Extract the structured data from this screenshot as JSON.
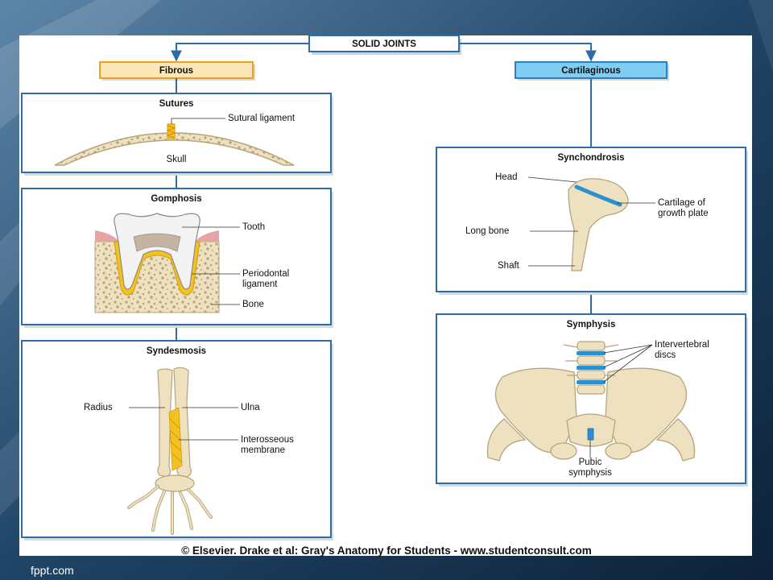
{
  "root": {
    "title": "SOLID JOINTS"
  },
  "categories": {
    "fibrous": "Fibrous",
    "cartilaginous": "Cartilaginous"
  },
  "panels": {
    "sutures": {
      "title": "Sutures",
      "labels": [
        "Sutural ligament",
        "Skull"
      ]
    },
    "gomphosis": {
      "title": "Gomphosis",
      "labels": [
        "Tooth",
        "Periodontal",
        "ligament",
        "Bone"
      ]
    },
    "syndesmosis": {
      "title": "Syndesmosis",
      "labels": [
        "Radius",
        "Ulna",
        "Interosseous",
        "membrane"
      ]
    },
    "synchondrosis": {
      "title": "Synchondrosis",
      "labels": [
        "Head",
        "Cartilage of",
        "growth plate",
        "Long bone",
        "Shaft"
      ]
    },
    "symphysis": {
      "title": "Symphysis",
      "labels": [
        "Intervertebral",
        "discs",
        "Pubic",
        "symphysis"
      ]
    }
  },
  "credit": "© Elsevier. Drake et al: Gray's Anatomy for Students - www.studentconsult.com",
  "brand": "fppt.com",
  "colors": {
    "bone": "#ede1c0",
    "bone_stroke": "#b7a47c",
    "ligament": "#f4c21f",
    "cartilage": "#2e8fd0",
    "panel_border": "#2d6ca6",
    "fibrous_fill": "#fce7b8",
    "fibrous_border": "#f0a020",
    "cartilaginous_fill": "#7fcdf0",
    "cartilaginous_border": "#2a80c0"
  }
}
